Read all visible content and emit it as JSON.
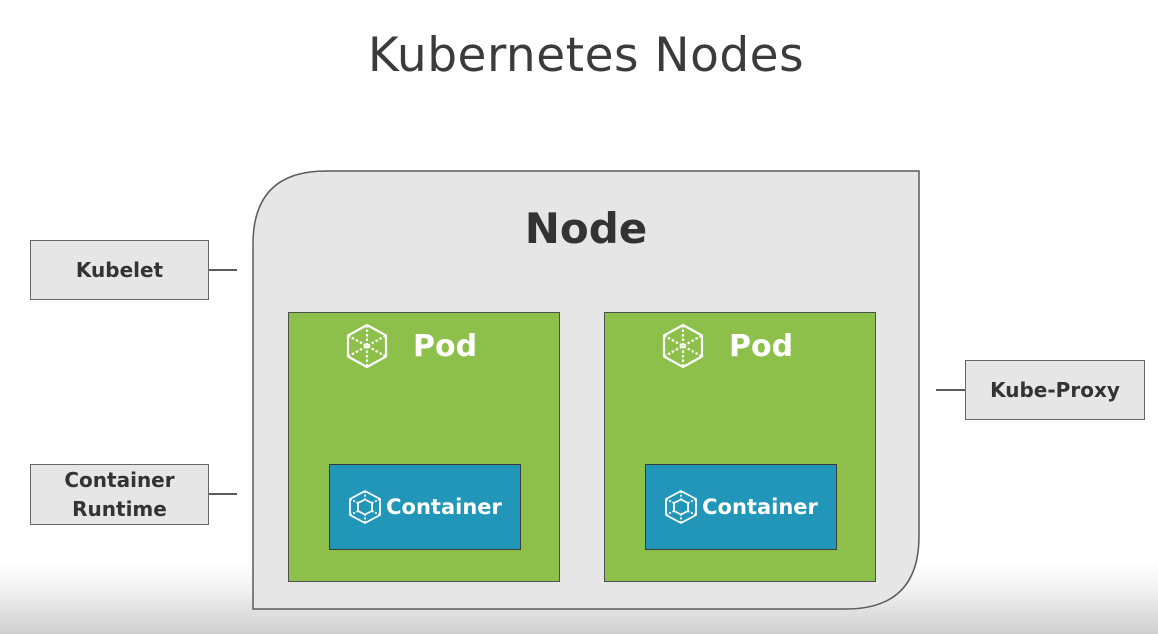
{
  "title": "Kubernetes Nodes",
  "node": {
    "label": "Node",
    "pods": [
      {
        "label": "Pod",
        "icon": "cube-icon",
        "container": {
          "label": "Container",
          "icon": "cube-icon"
        }
      },
      {
        "label": "Pod",
        "icon": "cube-icon",
        "container": {
          "label": "Container",
          "icon": "cube-icon"
        }
      }
    ]
  },
  "components": {
    "kubelet": "Kubelet",
    "container_runtime": "Container\nRuntime",
    "kube_proxy": "Kube-Proxy"
  },
  "colors": {
    "node_fill": "#e6e6e6",
    "pod_fill": "#8cc04b",
    "container_fill": "#2196b9",
    "text_dark": "#333333"
  }
}
